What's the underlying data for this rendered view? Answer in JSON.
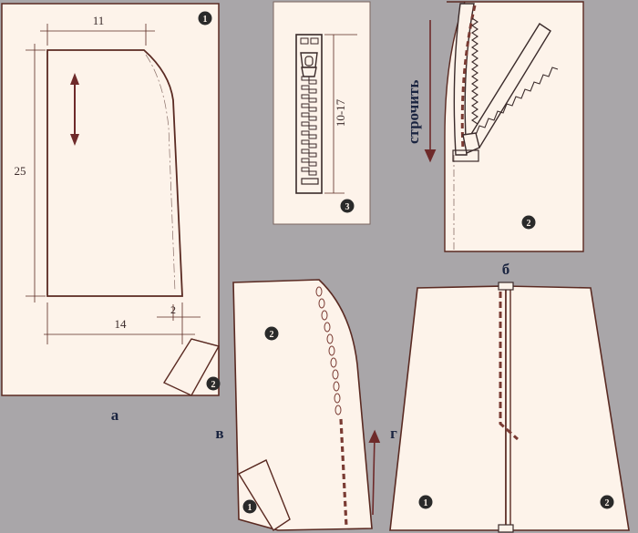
{
  "colors": {
    "background": "#a9a6a9",
    "paper": "#fdf3ea",
    "line": "#5a2a22",
    "stitch": "#7a3b33",
    "label_dark": "#1a2440"
  },
  "panel_a": {
    "dim_top": "11",
    "dim_left": "25",
    "dim_bottom": "14",
    "dim_small": "2",
    "marker_top": "1",
    "marker_bottom": "2",
    "caption": "а"
  },
  "zipper_panel": {
    "dim_length": "10-17",
    "marker": "3"
  },
  "panel_b": {
    "instruction": "строчить",
    "marker": "2"
  },
  "panel_v": {
    "letter": "в",
    "marker_front": "2",
    "marker_fold": "1"
  },
  "panel_g": {
    "letter": "г"
  },
  "panel_final": {
    "letter": "б",
    "marker_left": "1",
    "marker_right": "2"
  }
}
